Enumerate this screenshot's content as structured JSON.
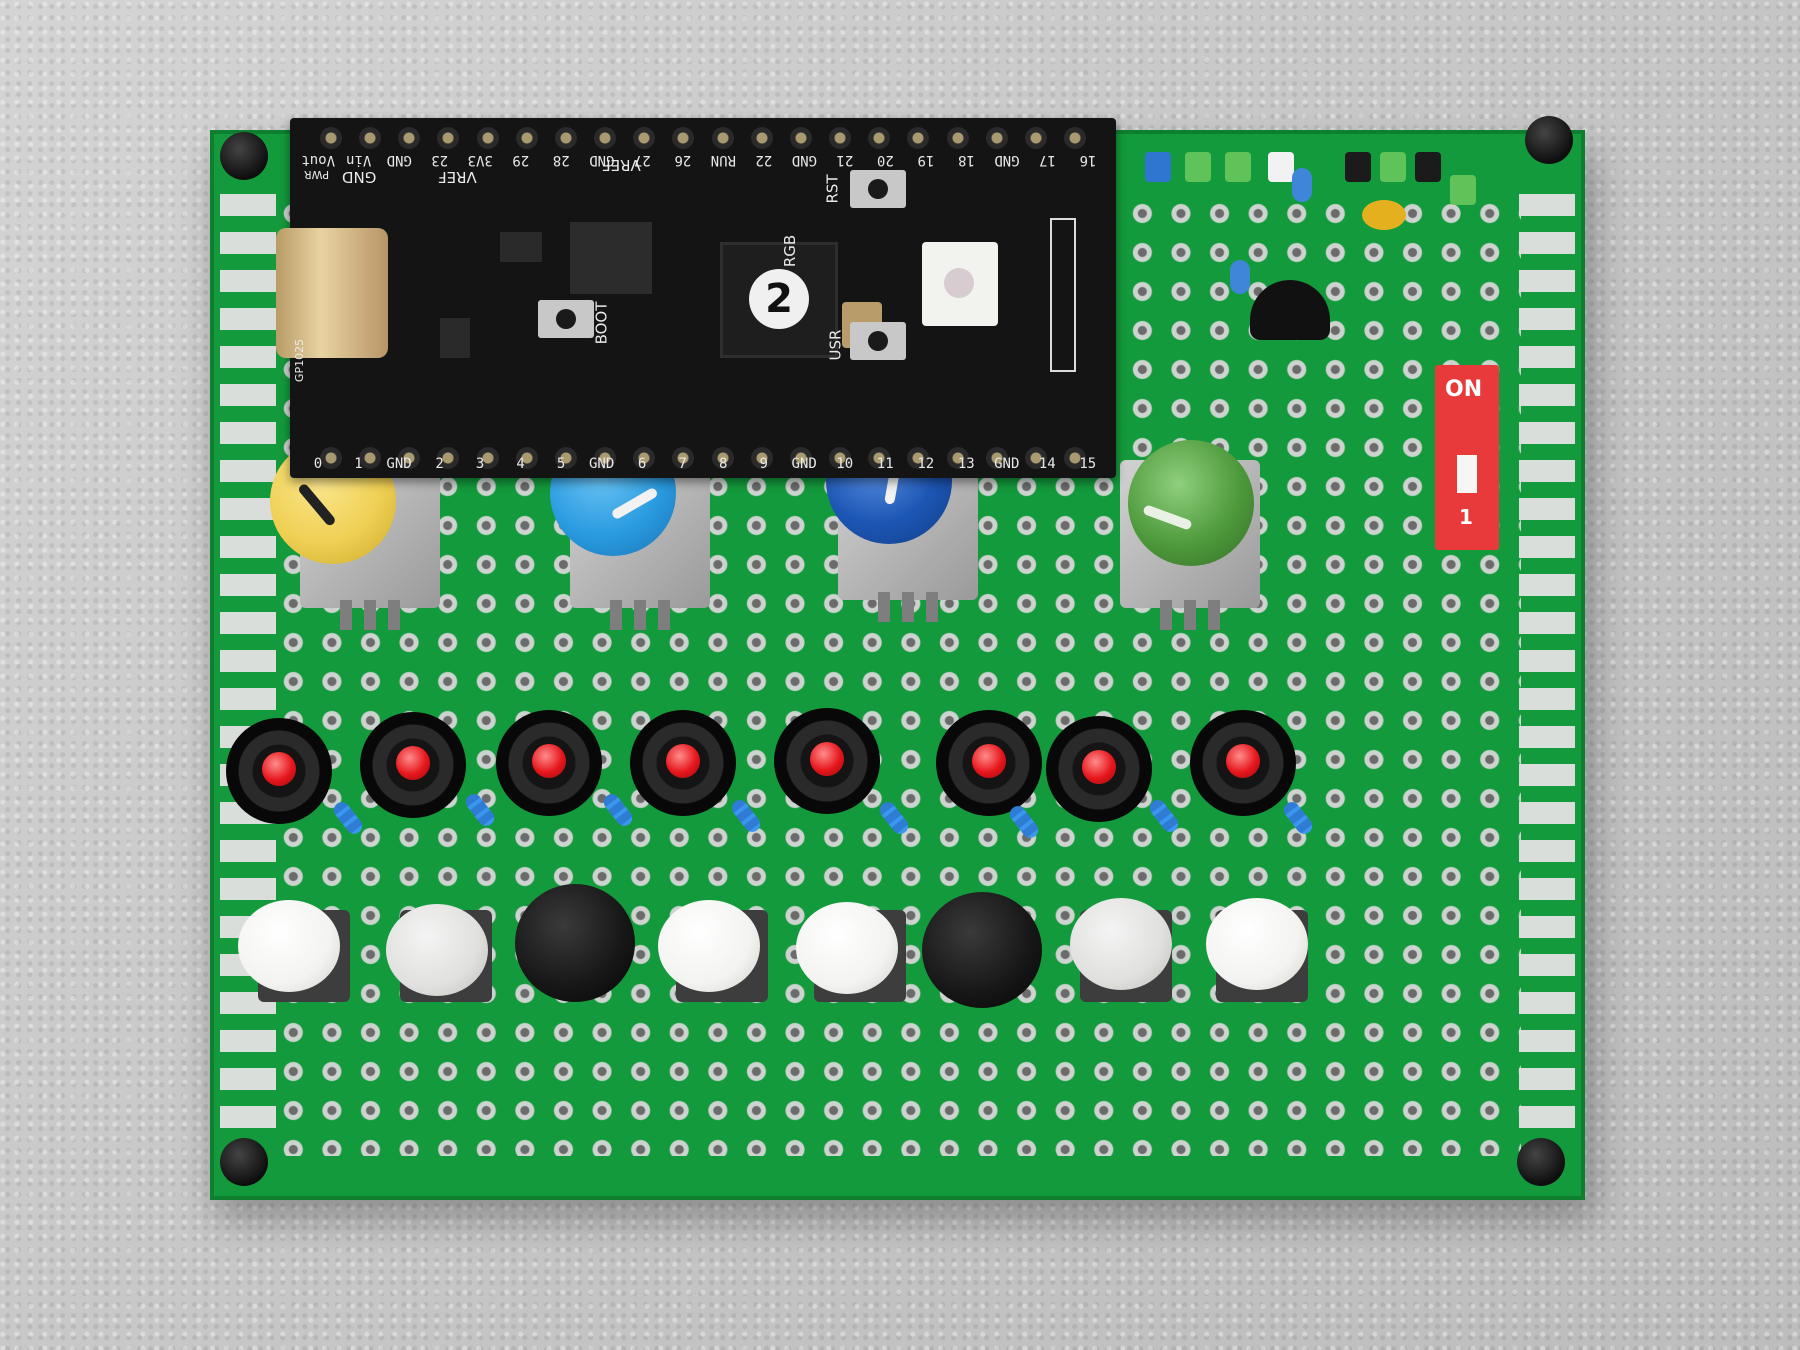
{
  "pico_header_top_labels": [
    "Vout",
    "Vin",
    "GND",
    "23",
    "3V3",
    "29",
    "28",
    "GND",
    "27",
    "26",
    "RUN",
    "22",
    "GND",
    "21",
    "20",
    "19",
    "18",
    "GND",
    "17",
    "16"
  ],
  "pico_header_bottom_labels": [
    "0",
    "1",
    "GND",
    "2",
    "3",
    "4",
    "5",
    "GND",
    "6",
    "7",
    "8",
    "9",
    "GND",
    "10",
    "11",
    "12",
    "13",
    "GND",
    "14",
    "15"
  ],
  "pico_silkscreen": {
    "pwr": "PWR",
    "gnd": "GND",
    "vref_a": "VREF",
    "vref_b": "VREF",
    "rst": "RST",
    "rgb": "RGB",
    "boot": "BOOT",
    "usr": "USR",
    "gpio25": "GP1025",
    "mcu_logo": "2"
  },
  "dip_switch": {
    "on_label": "ON",
    "position_label": "1"
  },
  "colors": {
    "pcb": "#139a3c",
    "pico": "#141414",
    "knob_yellow": "#efd054",
    "knob_light_blue": "#2a9be0",
    "knob_dark_blue": "#1c56b5",
    "knob_green": "#4e9a3c",
    "led_red": "#e6161c",
    "button_white": "#f3f3f1",
    "button_black": "#161616",
    "dip_red": "#e83a3a"
  },
  "counts": {
    "knobs": 4,
    "leds": 8,
    "buttons": 8
  }
}
